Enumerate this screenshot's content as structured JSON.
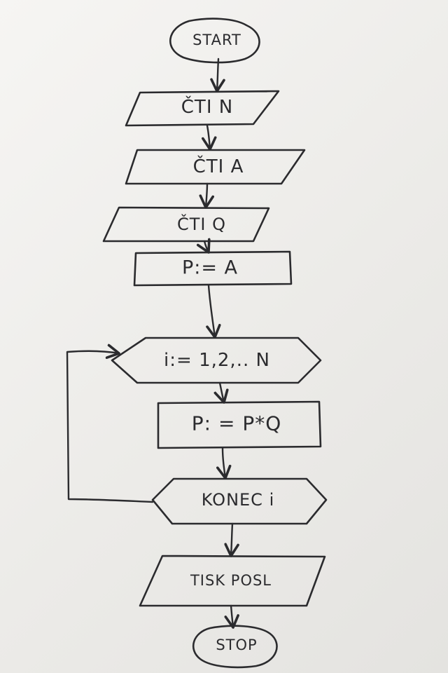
{
  "flowchart": {
    "nodes": [
      {
        "id": "start",
        "type": "terminal",
        "text": "START"
      },
      {
        "id": "read-n",
        "type": "io",
        "text": "ČTI  N"
      },
      {
        "id": "read-a",
        "type": "io",
        "text": "ČTI   A"
      },
      {
        "id": "read-q",
        "type": "io",
        "text": "ČTI   Q"
      },
      {
        "id": "assign-p",
        "type": "process",
        "text": "P:=  A"
      },
      {
        "id": "loop-start",
        "type": "loop",
        "text": "i:= 1,2,.. N"
      },
      {
        "id": "multiply",
        "type": "process",
        "text": "P: = P*Q"
      },
      {
        "id": "loop-end",
        "type": "loop-end",
        "text": "KONEC i"
      },
      {
        "id": "print",
        "type": "io",
        "text": "TISK  POSL"
      },
      {
        "id": "stop",
        "type": "terminal",
        "text": "STOP"
      }
    ],
    "edges": [
      {
        "from": "start",
        "to": "read-n"
      },
      {
        "from": "read-n",
        "to": "read-a"
      },
      {
        "from": "read-a",
        "to": "read-q"
      },
      {
        "from": "read-q",
        "to": "assign-p"
      },
      {
        "from": "assign-p",
        "to": "loop-start"
      },
      {
        "from": "loop-start",
        "to": "multiply"
      },
      {
        "from": "multiply",
        "to": "loop-end"
      },
      {
        "from": "loop-end",
        "to": "loop-start",
        "kind": "loop-back"
      },
      {
        "from": "loop-end",
        "to": "print"
      },
      {
        "from": "print",
        "to": "stop"
      }
    ]
  }
}
